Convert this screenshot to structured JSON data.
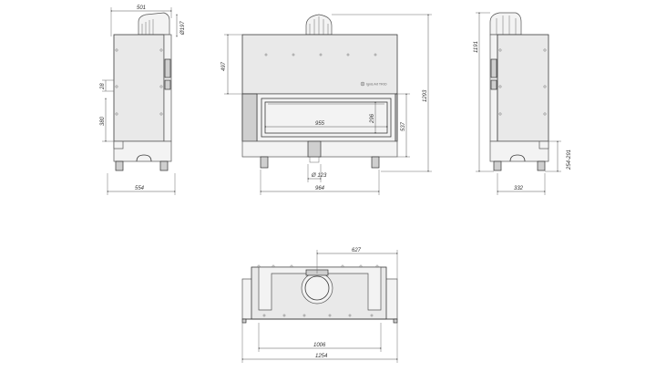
{
  "dimensions": {
    "side_left": {
      "top_width": "501",
      "flue_diameter": "Ø197",
      "offset_small": "28",
      "inlet_height": "380",
      "base_width": "554"
    },
    "front": {
      "upper_height": "497",
      "door_width": "955",
      "door_height": "296",
      "glass_height": "537",
      "total_height": "1293",
      "inlet_diameter": "Ø 123",
      "leg_span": "964"
    },
    "side_right": {
      "total_height": "1191",
      "leg_height": "254-291",
      "base_width": "332"
    },
    "top": {
      "top_width": "627",
      "inner_width": "1006",
      "overall_width": "1254"
    }
  },
  "branding": {
    "label": "Ignis Art TRIO"
  },
  "icons": {
    "logo": "flame-logo-icon"
  }
}
